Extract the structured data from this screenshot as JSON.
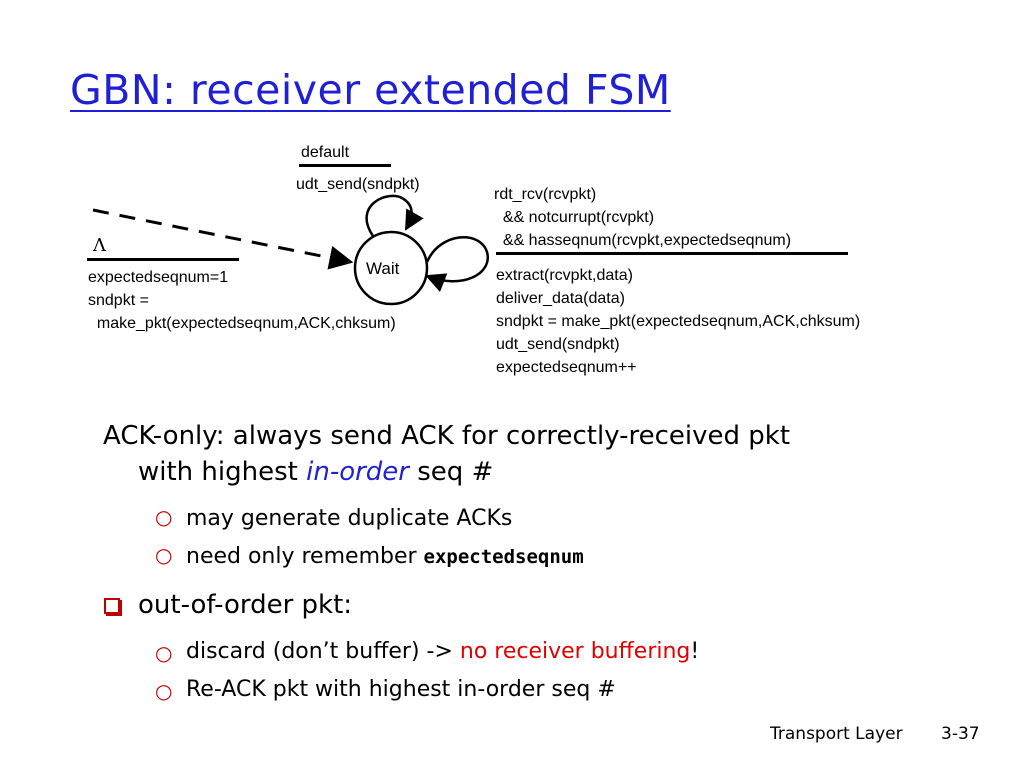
{
  "title": "GBN: receiver extended FSM",
  "fsm": {
    "state": "Wait",
    "self_loop_top": {
      "event": "default",
      "action": "udt_send(sndpkt)"
    },
    "initial": {
      "event": "Λ",
      "actions": [
        "expectedseqnum=1",
        "sndpkt =",
        "  make_pkt(expectedseqnum,ACK,chksum)"
      ]
    },
    "self_loop_right": {
      "event": [
        "rdt_rcv(rcvpkt)",
        "  && notcurrupt(rcvpkt)",
        "  && hasseqnum(rcvpkt,expectedseqnum)"
      ],
      "actions": [
        "extract(rcvpkt,data)",
        "deliver_data(data)",
        "sndpkt = make_pkt(expectedseqnum,ACK,chksum)",
        "udt_send(sndpkt)",
        "expectedseqnum++"
      ]
    }
  },
  "bullets": {
    "b1_line1": "ACK-only: always send ACK for correctly-received pkt",
    "b1_line2_pre": "with highest ",
    "b1_line2_em": "in-order",
    "b1_line2_post": " seq #",
    "sub1": "may generate duplicate ACKs",
    "sub2_pre": "need only remember ",
    "sub2_code": "expectedseqnum",
    "b2": "out-of-order pkt:",
    "sub3_pre": "discard (don’t buffer) -> ",
    "sub3_red": "no receiver buffering",
    "sub3_post": "!",
    "sub4": "Re-ACK pkt with highest in-order seq #"
  },
  "footer": {
    "label": "Transport Layer",
    "page": "3-37"
  }
}
